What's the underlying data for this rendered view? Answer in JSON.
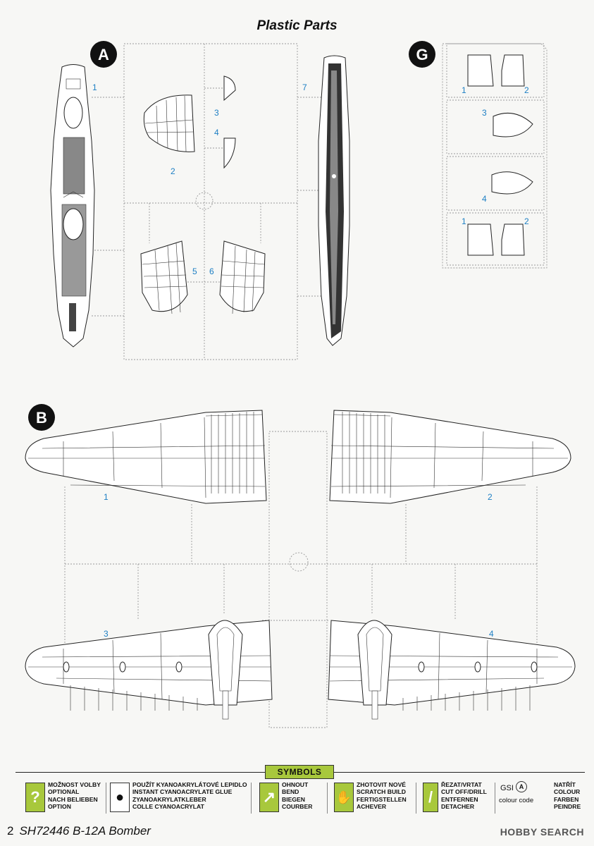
{
  "page_title": "Plastic Parts",
  "sprue_letters": {
    "a": "A",
    "g": "G",
    "b": "B"
  },
  "labels_a": {
    "p1": "1",
    "p2": "2",
    "p3": "3",
    "p4": "4",
    "p5": "5",
    "p6": "6",
    "p7": "7"
  },
  "labels_g": {
    "p1a": "1",
    "p2a": "2",
    "p3": "3",
    "p4": "4",
    "p1b": "1",
    "p2b": "2"
  },
  "labels_b": {
    "p1": "1",
    "p2": "2",
    "p3": "3",
    "p4": "4"
  },
  "symbols": {
    "title": "SYMBOLS",
    "items": [
      {
        "icon": "?",
        "lines": [
          "MOŽNOST VOLBY",
          "OPTIONAL",
          "NACH BELIEBEN",
          "OPTION"
        ]
      },
      {
        "icon": "●",
        "lines": [
          "POUŽÍT KYANOAKRYLÁTOVÉ LEPIDLO",
          "INSTANT CYANOACRYLATE GLUE",
          "ZYANOAKRYLATKLEBER",
          "COLLE CYANOACRYLAT"
        ]
      },
      {
        "icon": "↗",
        "lines": [
          "OHNOUT",
          "BEND",
          "BIEGEN",
          "COURBER"
        ]
      },
      {
        "icon": "✋",
        "lines": [
          "ZHOTOVIT NOVÉ",
          "SCRATCH BUILD",
          "FERTIGSTELLEN",
          "ACHEVER"
        ]
      },
      {
        "icon": "/",
        "lines": [
          "ŘEZAT/VRTAT",
          "CUT OFF/DRILL",
          "ENTFERNEN",
          "DETACHER"
        ]
      },
      {
        "icon": "A",
        "gsi": "GSI",
        "gsi_sub": "colour code",
        "lines": [
          "NATŘÍT",
          "COLOUR",
          "FARBEN",
          "PEINDRE"
        ]
      }
    ]
  },
  "footer": {
    "page_number": "2",
    "product": "SH72446 B-12A Bomber",
    "watermark": "HOBBY SEARCH"
  }
}
